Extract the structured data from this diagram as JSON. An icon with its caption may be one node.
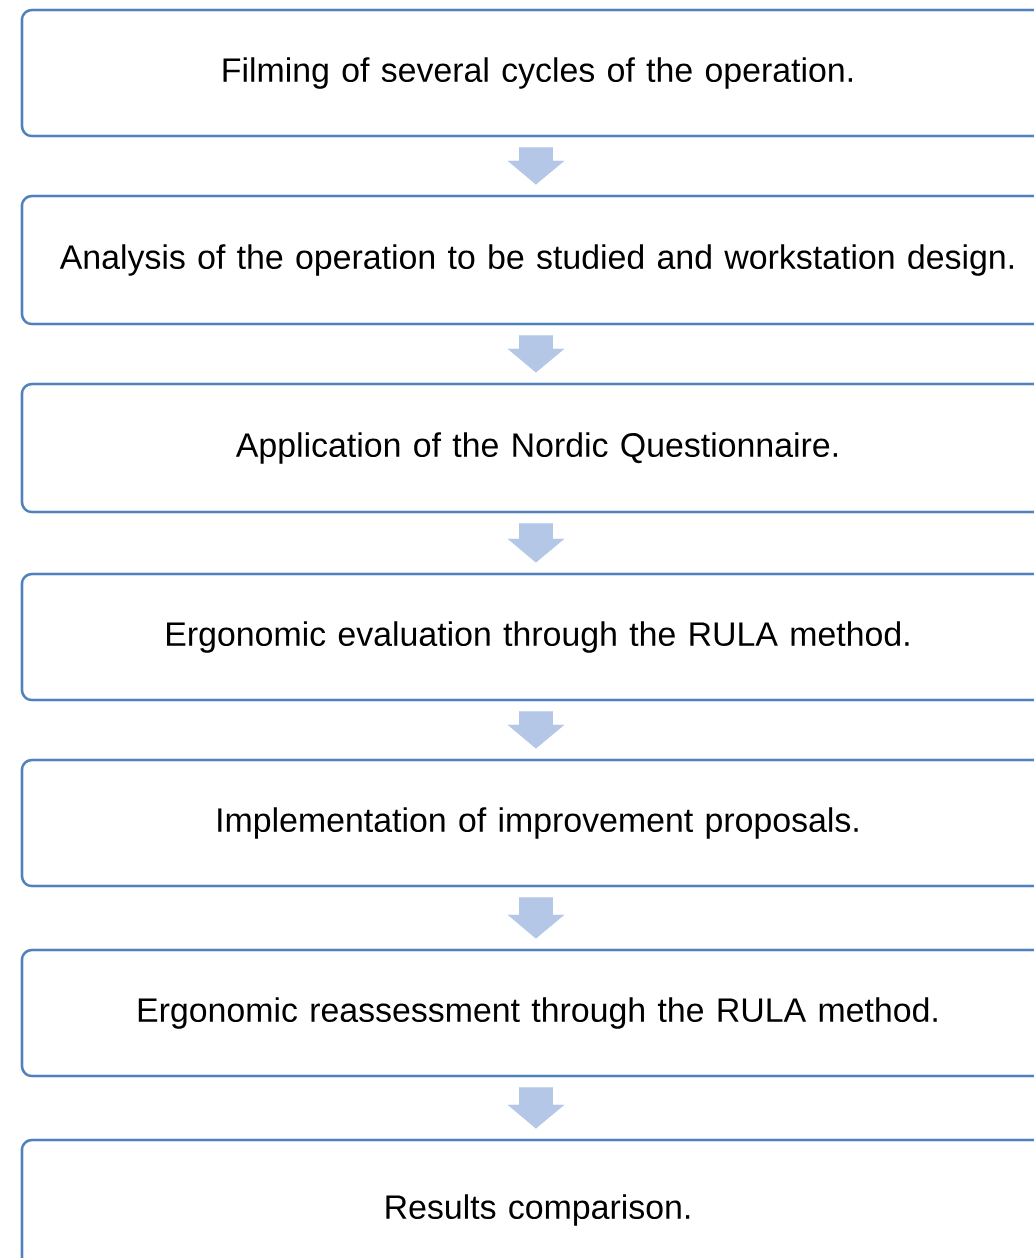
{
  "diagram": {
    "nodes": [
      {
        "text": [
          "Filming of several cycles of the operation."
        ]
      },
      {
        "text": [
          "Analysis of the operation to be studied and workstation design."
        ]
      },
      {
        "text": [
          "Application of the Nordic Questionnaire."
        ]
      },
      {
        "text": [
          "Ergonomic evaluation through the RULA method."
        ]
      },
      {
        "text": [
          "Implementation of improvement proposals."
        ]
      },
      {
        "text": [
          "Ergonomic reassessment through the RULA method."
        ]
      },
      {
        "text": [
          "Results comparison."
        ]
      }
    ],
    "edges": [
      {
        "from": 0,
        "to": 1,
        "arrow": "to"
      },
      {
        "from": 1,
        "to": 2,
        "arrow": "to"
      },
      {
        "from": 2,
        "to": 3,
        "arrow": "to"
      },
      {
        "from": 3,
        "to": 4,
        "arrow": "to"
      },
      {
        "from": 4,
        "to": 5,
        "arrow": "to"
      },
      {
        "from": 5,
        "to": 6,
        "arrow": "to"
      }
    ]
  }
}
